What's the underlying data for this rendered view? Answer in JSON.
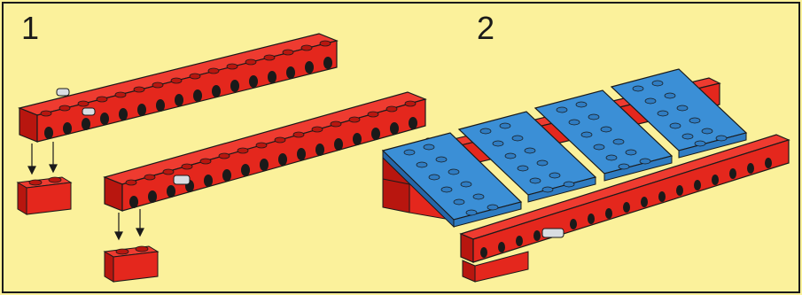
{
  "steps": [
    {
      "number": "1"
    },
    {
      "number": "2"
    }
  ],
  "colors": {
    "background": "#fbf19b",
    "brick_red": "#e4271d",
    "brick_red_dark": "#b8160f",
    "plate_blue": "#3b8fd6",
    "plate_blue_dark": "#2566a8",
    "axle_grey": "#d9dde2",
    "outline": "#1a1a1a"
  },
  "parts": {
    "step1": [
      "technic-beam-16",
      "technic-beam-16",
      "brick-1x2",
      "brick-1x2",
      "friction-peg",
      "friction-peg"
    ],
    "step2": [
      "technic-beam-16",
      "technic-beam-16",
      "plate-2x6",
      "plate-2x6",
      "plate-2x6",
      "plate-2x6",
      "brick-1x2",
      "brick-1x2"
    ]
  }
}
